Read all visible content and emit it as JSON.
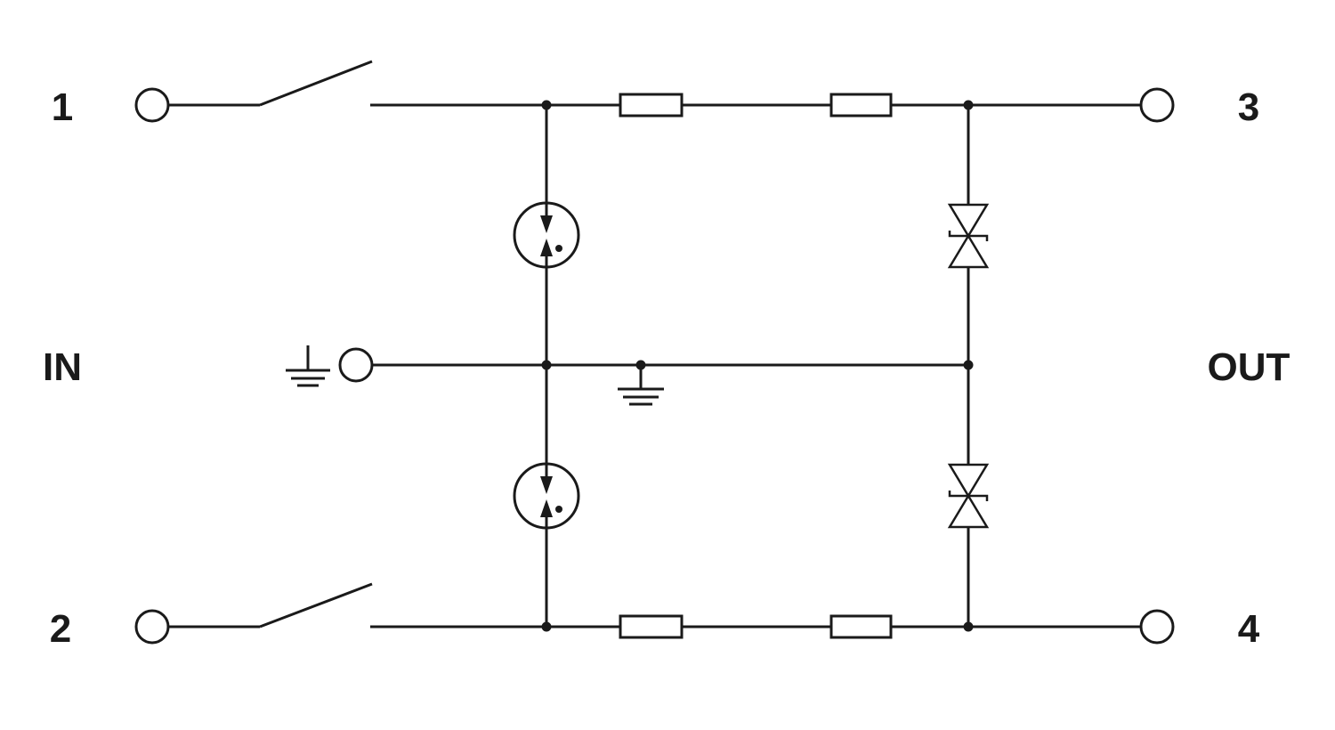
{
  "diagram": {
    "terminals": {
      "t1": "1",
      "t2": "2",
      "t3": "3",
      "t4": "4"
    },
    "side_labels": {
      "input": "IN",
      "output": "OUT"
    },
    "colors": {
      "line": "#1a1a1a",
      "background": "#ffffff"
    },
    "icons": [
      "ground-icon",
      "gas-discharge-tube-icon",
      "tvs-diode-icon",
      "resistor-icon",
      "switch-icon",
      "terminal-icon"
    ]
  }
}
